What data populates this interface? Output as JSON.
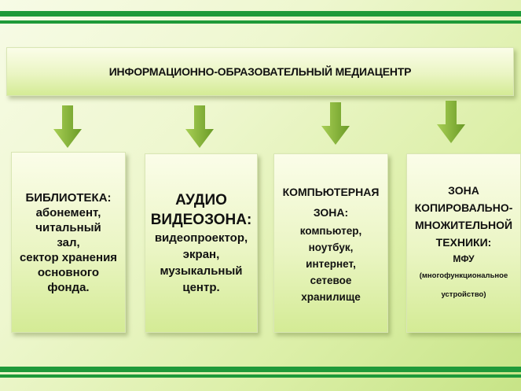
{
  "header": {
    "title": "ИНФОРМАЦИОННО-ОБРАЗОВАТЕЛЬНЫЙ МЕДИАЦЕНТР"
  },
  "cards": [
    {
      "heading": "БИБЛИОТЕКА:",
      "lines": [
        "абонемент,",
        "читальный",
        "зал,",
        "сектор хранения",
        "основного",
        "фонда."
      ]
    },
    {
      "heading_lines": [
        "АУДИО",
        "ВИДЕОЗОНА:"
      ],
      "lines": [
        "видеопроектор,",
        "экран,",
        "музыкальный",
        "центр."
      ]
    },
    {
      "heading_lines": [
        "КОМПЬЮТЕРНАЯ",
        "ЗОНА:"
      ],
      "lines": [
        "компьютер,",
        "ноутбук,",
        "интернет,",
        "сетевое",
        "хранилище"
      ]
    },
    {
      "heading_lines": [
        "ЗОНА",
        "КОПИРОВАЛЬНО-",
        "МНОЖИТЕЛЬНОЙ",
        "ТЕХНИКИ:"
      ],
      "lines": [
        "МФУ"
      ],
      "small_lines": [
        "(многофункциональное",
        "устройство)"
      ]
    }
  ],
  "colors": {
    "stripe": "#1f9a39",
    "arrow": "#76a52c",
    "arrow_light": "#a8cf55"
  },
  "icons": [
    "down-arrow-icon"
  ]
}
